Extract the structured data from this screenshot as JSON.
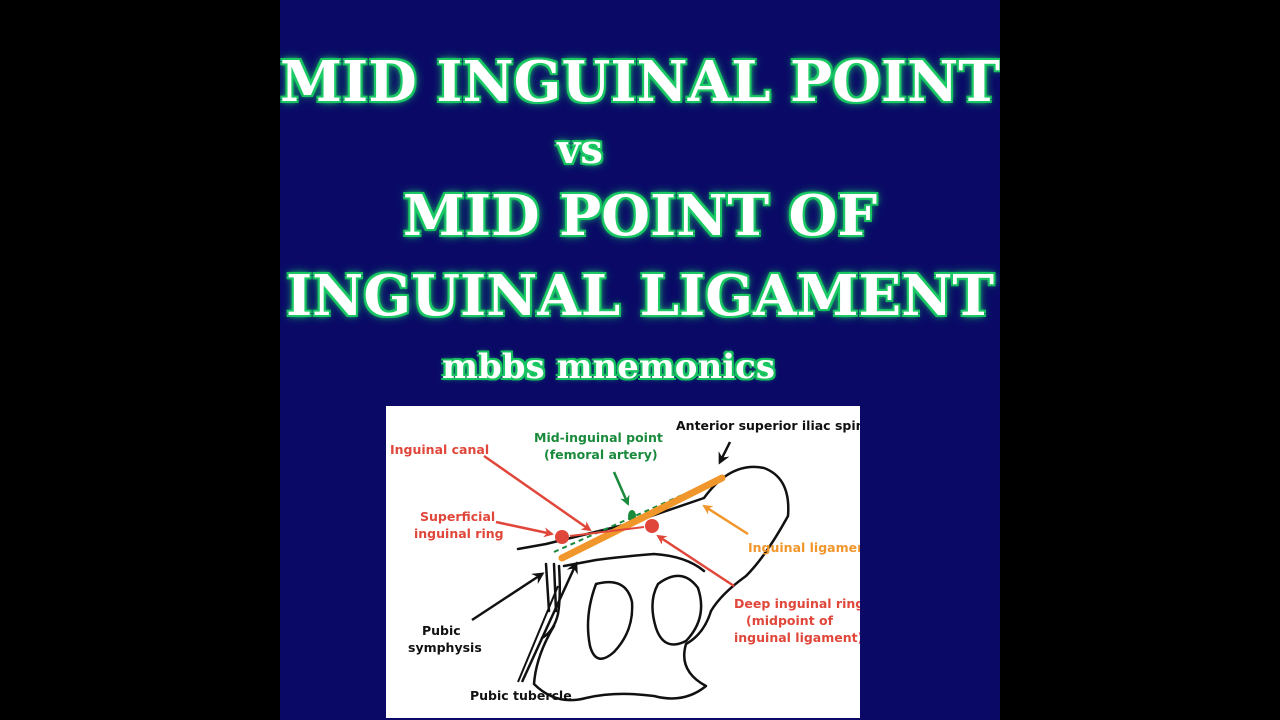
{
  "title": {
    "line1": "MID INGUINAL POINT",
    "vs": "vs",
    "line2": "MID POINT OF",
    "line3": "INGUINAL LIGAMENT",
    "subtitle": "mbbs mnemonics"
  },
  "diagram": {
    "labels": {
      "inguinal_canal": "Inguinal canal",
      "mid_inguinal_1": "Mid-inguinal point",
      "mid_inguinal_2": "(femoral artery)",
      "asis": "Anterior superior iliac spine",
      "superficial_1": "Superficial",
      "superficial_2": "inguinal ring",
      "inguinal_ligament": "Inguinal ligamen",
      "deep_1": "Deep inguinal ring",
      "deep_2": "(midpoint of",
      "deep_3": "inguinal ligament)",
      "pubic_sym_1": "Pubic",
      "pubic_sym_2": "symphysis",
      "pubic_tubercle": "Pubic tubercle"
    },
    "colors": {
      "red": "#e0473a",
      "green": "#1a8a3c",
      "orange": "#f0962a",
      "black": "#111111"
    }
  }
}
